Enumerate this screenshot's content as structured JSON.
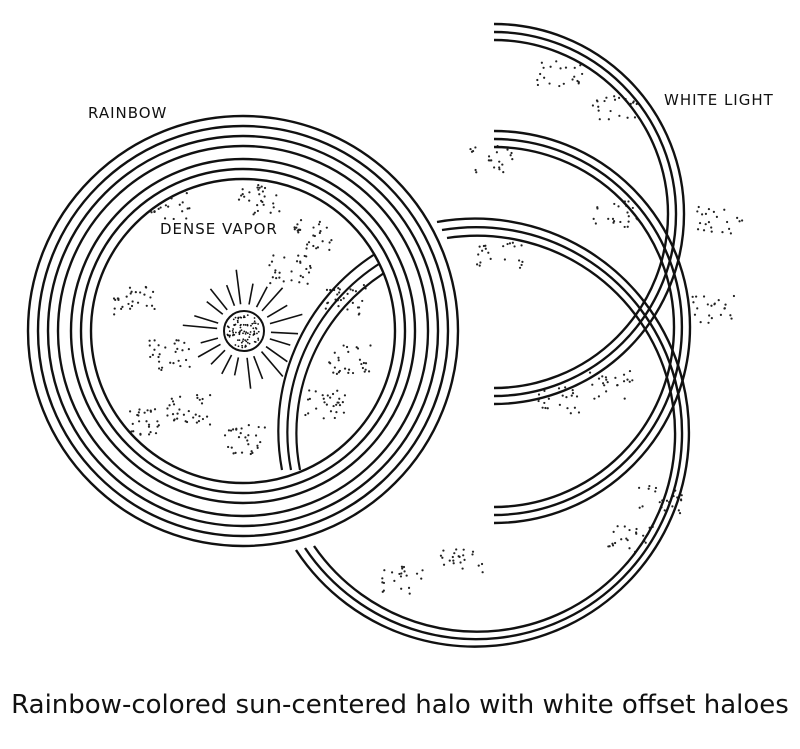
{
  "labels": {
    "rainbow": "RAINBOW",
    "dense_vapor": "DENSE VAPOR",
    "white_light": "WHITE LIGHT"
  },
  "caption": "Rainbow-colored sun-centered halo with white offset haloes"
}
